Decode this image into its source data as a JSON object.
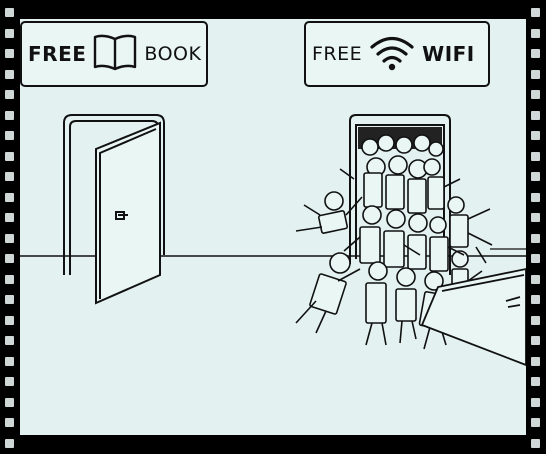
{
  "signs": {
    "book": {
      "left_word": "FREE",
      "right_word": "BOOK",
      "icon": "open-book-icon"
    },
    "wifi": {
      "left_word": "FREE",
      "right_word": "WIFI",
      "icon": "wifi-icon"
    }
  },
  "colors": {
    "background": "#e3f2f0",
    "ink": "#111111",
    "frame": "#000000"
  }
}
